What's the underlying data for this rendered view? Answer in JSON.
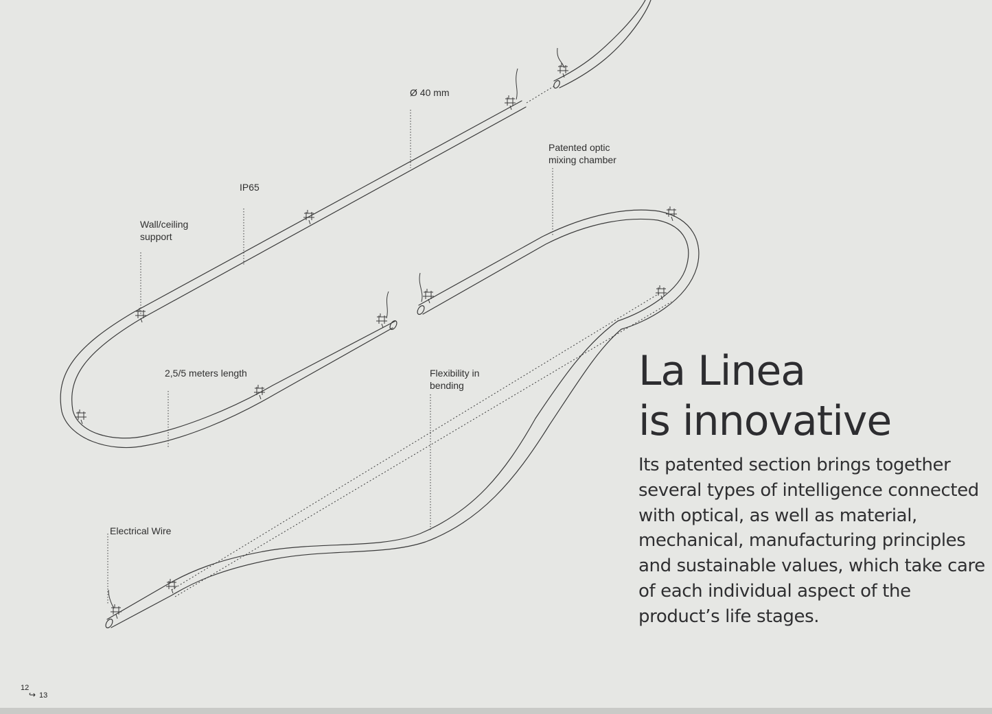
{
  "labels": {
    "diameter": "Ø 40 mm",
    "ip_rating": "IP65",
    "support": "Wall/ceiling\nsupport",
    "optic": "Patented optic\nmixing chamber",
    "length": "2,5/5 meters length",
    "flexibility": "Flexibility in\nbending",
    "wire": "Electrical Wire"
  },
  "headline": {
    "line1": "La Linea",
    "line2": "is innovative"
  },
  "body": "Its patented section brings together several types of intelligence connected with optical, as well as material, mechanical, manufacturing principles and sustainable values, which take care of each individual aspect of the product’s life stages.",
  "page": {
    "left": "12",
    "arrow": "↪",
    "right": "13"
  },
  "colors": {
    "background": "#e6e7e4",
    "line": "#3a3a3a",
    "text": "#2d2d30"
  }
}
